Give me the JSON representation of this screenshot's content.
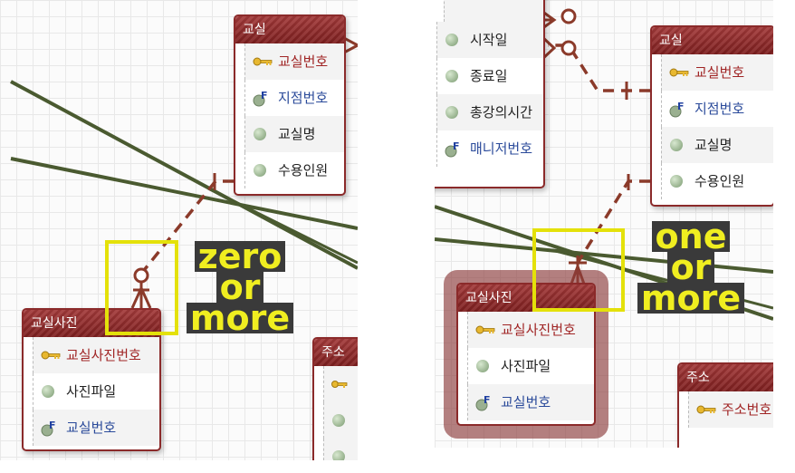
{
  "left": {
    "entities": {
      "classroom": {
        "title": "교실",
        "rows": [
          {
            "type": "pk",
            "label": "교실번호"
          },
          {
            "type": "fk",
            "label": "지점번호"
          },
          {
            "type": "attr",
            "label": "교실명"
          },
          {
            "type": "attr",
            "label": "수용인원"
          }
        ]
      },
      "photo": {
        "title": "교실사진",
        "rows": [
          {
            "type": "pk",
            "label": "교실사진번호"
          },
          {
            "type": "attr",
            "label": "사진파일"
          },
          {
            "type": "fk",
            "label": "교실번호"
          }
        ]
      },
      "address": {
        "title": "주소"
      }
    },
    "caption": [
      "zero",
      "or",
      "more"
    ]
  },
  "right": {
    "entities": {
      "course": {
        "rows": [
          {
            "type": "attr",
            "label": "시작일"
          },
          {
            "type": "attr",
            "label": "종료일"
          },
          {
            "type": "attr",
            "label": "총강의시간"
          },
          {
            "type": "fk",
            "label": "매니저번호"
          }
        ]
      },
      "classroom": {
        "title": "교실",
        "rows": [
          {
            "type": "pk",
            "label": "교실번호"
          },
          {
            "type": "fk",
            "label": "지점번호"
          },
          {
            "type": "attr",
            "label": "교실명"
          },
          {
            "type": "attr",
            "label": "수용인원"
          }
        ]
      },
      "photo": {
        "title": "교실사진",
        "rows": [
          {
            "type": "pk",
            "label": "교실사진번호"
          },
          {
            "type": "attr",
            "label": "사진파일"
          },
          {
            "type": "fk",
            "label": "교실번호"
          }
        ]
      },
      "address": {
        "title": "주소",
        "rows": [
          {
            "type": "pk",
            "label": "주소번호"
          }
        ]
      }
    },
    "caption": [
      "one",
      "or",
      "more"
    ]
  },
  "colors": {
    "entity_border": "#8b2a2a",
    "relation": "#8b3a2a",
    "highlight": "#e4e10a",
    "caption_bg": "#3a3a3a",
    "caption_fg": "#f0ee20",
    "green_line": "#4a5a30",
    "pk_text": "#a02525",
    "fk_text": "#2a4a9a"
  }
}
